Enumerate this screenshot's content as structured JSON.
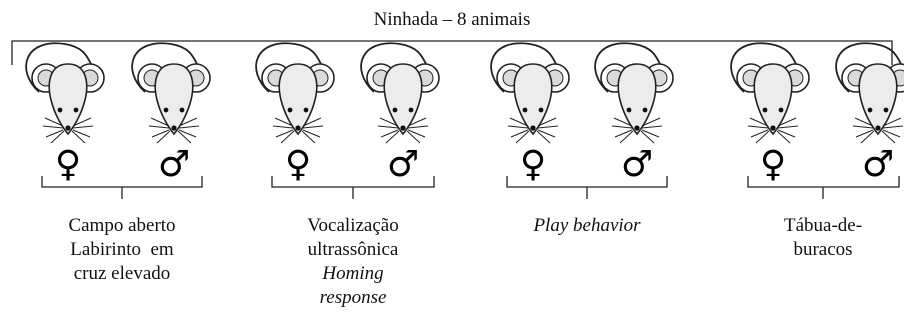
{
  "title": "Ninhada – 8 animais",
  "groups": [
    {
      "lines": [
        {
          "text": "Campo aberto",
          "italic": false
        },
        {
          "text": "Labirinto  em",
          "italic": false
        },
        {
          "text": "cruz elevado",
          "italic": false
        }
      ]
    },
    {
      "lines": [
        {
          "text": "Vocalização",
          "italic": false
        },
        {
          "text": "ultrassônica",
          "italic": false
        },
        {
          "text": "Homing",
          "italic": true
        },
        {
          "text": "response",
          "italic": true
        }
      ]
    },
    {
      "lines": [
        {
          "text": "Play behavior",
          "italic": true
        }
      ]
    },
    {
      "lines": [
        {
          "text": "Tábua-de-",
          "italic": false
        },
        {
          "text": "buracos",
          "italic": false
        }
      ]
    }
  ],
  "sex_symbols": {
    "female": "♀",
    "male": "♂"
  },
  "icons": {
    "mouse": "mouse-icon"
  }
}
